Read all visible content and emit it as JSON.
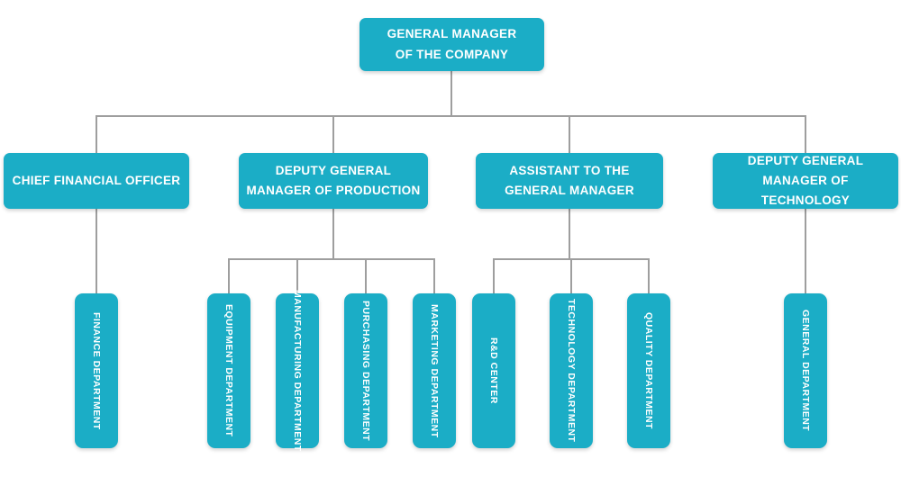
{
  "colors": {
    "node_fill": "#1badc6",
    "node_text": "#ffffff",
    "connector": "#9e9e9e",
    "background": "#ffffff"
  },
  "org_chart": {
    "type": "organizational-chart",
    "root": {
      "label": "GENERAL MANAGER\nOF THE COMPANY",
      "children": [
        {
          "label": "CHIEF FINANCIAL OFFICER",
          "children": [
            {
              "label": "FINANCE DEPARTMENT"
            }
          ]
        },
        {
          "label": "DEPUTY GENERAL\nMANAGER OF PRODUCTION",
          "children": [
            {
              "label": "EQUIPMENT DEPARTMENT"
            },
            {
              "label": "MANUFACTURING DEPARTMENT"
            },
            {
              "label": "PURCHASING DEPARTMENT"
            },
            {
              "label": "MARKETING DEPARTMENT"
            }
          ]
        },
        {
          "label": "ASSISTANT TO THE\nGENERAL MANAGER",
          "children": [
            {
              "label": "R&D CENTER"
            },
            {
              "label": "TECHNOLOGY DEPARTMENT"
            },
            {
              "label": "QUALITY DEPARTMENT"
            }
          ]
        },
        {
          "label": "DEPUTY GENERAL\nMANAGER OF TECHNOLOGY",
          "children": [
            {
              "label": "GENERAL DEPARTMENT"
            }
          ]
        }
      ]
    }
  }
}
